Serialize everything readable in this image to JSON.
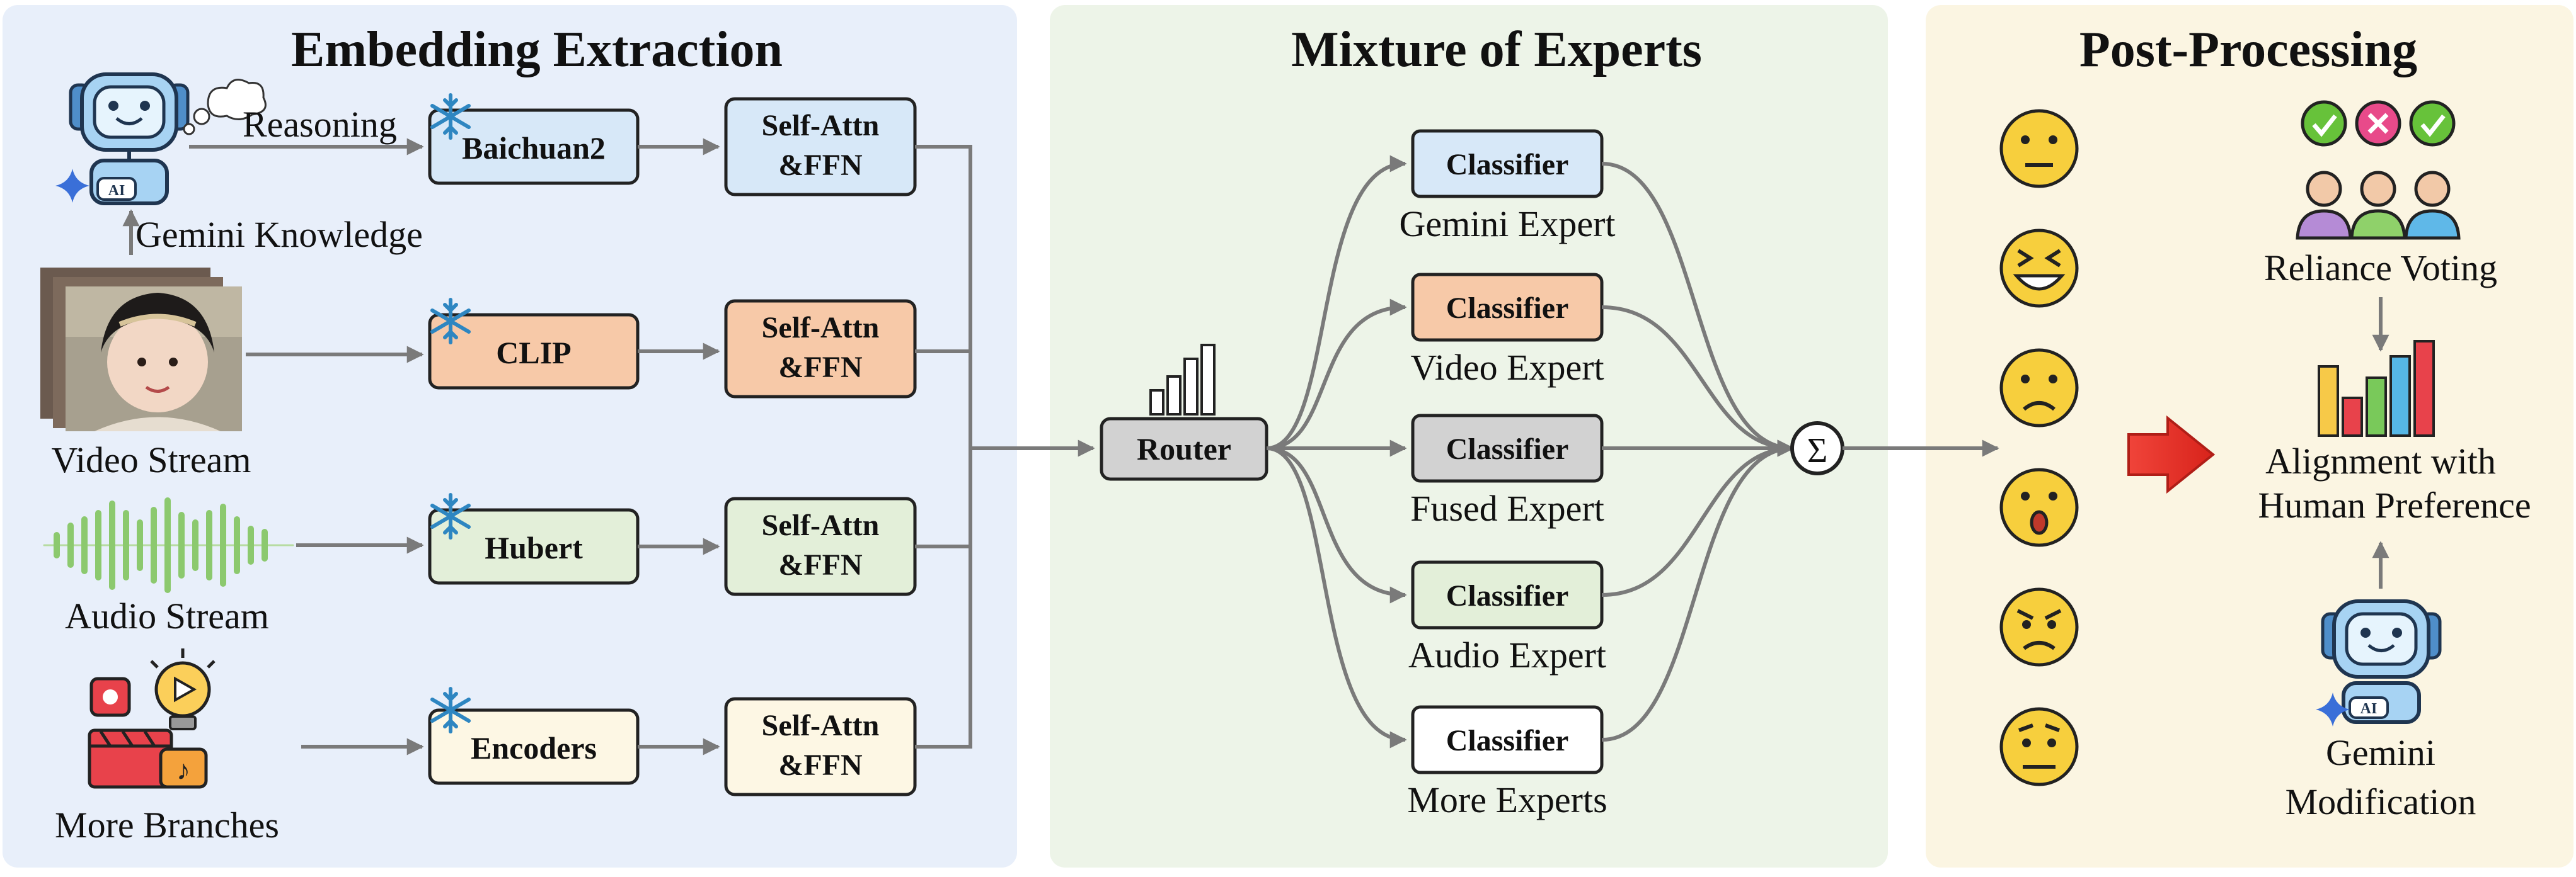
{
  "panels": {
    "embedding": {
      "title": "Embedding Extraction",
      "reasoning_label": "Reasoning",
      "gemini_knowledge_label": "Gemini Knowledge",
      "video_stream_label": "Video Stream",
      "audio_stream_label": "Audio Stream",
      "more_branches_label": "More Branches",
      "encoders": [
        "Baichuan2",
        "CLIP",
        "Hubert",
        "Encoders"
      ],
      "self_attn": [
        "Self-Attn",
        "&FFN"
      ],
      "ai_badge": "AI"
    },
    "moe": {
      "title": "Mixture of Experts",
      "router_label": "Router",
      "classifier_label": "Classifier",
      "experts": [
        "Gemini Expert",
        "Video Expert",
        "Fused Expert",
        "Audio Expert",
        "More Experts"
      ],
      "sum_symbol": "Σ"
    },
    "post": {
      "title": "Post-Processing",
      "reliance_voting_label": "Reliance Voting",
      "alignment_label_line1": "Alignment with",
      "alignment_label_line2": "Human Preference",
      "gemini_modification_line1": "Gemini",
      "gemini_modification_line2": "Modification",
      "ai_badge": "AI"
    }
  },
  "colors": {
    "panel_embedding": "#e8effa",
    "panel_moe": "#edf4e8",
    "panel_post": "#fbf5e2",
    "blue_fill": "#d7e8f8",
    "orange_fill": "#f7c9a8",
    "gray_fill": "#d2d2d2",
    "green_fill": "#e3efd9",
    "cream_fill": "#fdf7e4",
    "emoji_yellow": "#f7cf3d",
    "arrow_red": "#e8342a"
  }
}
